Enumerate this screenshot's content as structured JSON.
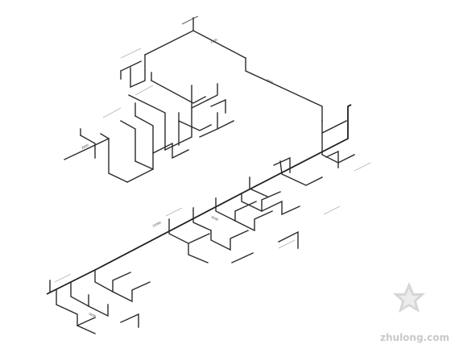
{
  "watermark": {
    "text": "zhulong.com",
    "color": "#cfcfcf"
  },
  "labels": {
    "top": "1500",
    "main_run": "12000",
    "branch_a": "3500",
    "branch_b": "2800",
    "branch_c": "4200",
    "branch_d": "2600"
  }
}
